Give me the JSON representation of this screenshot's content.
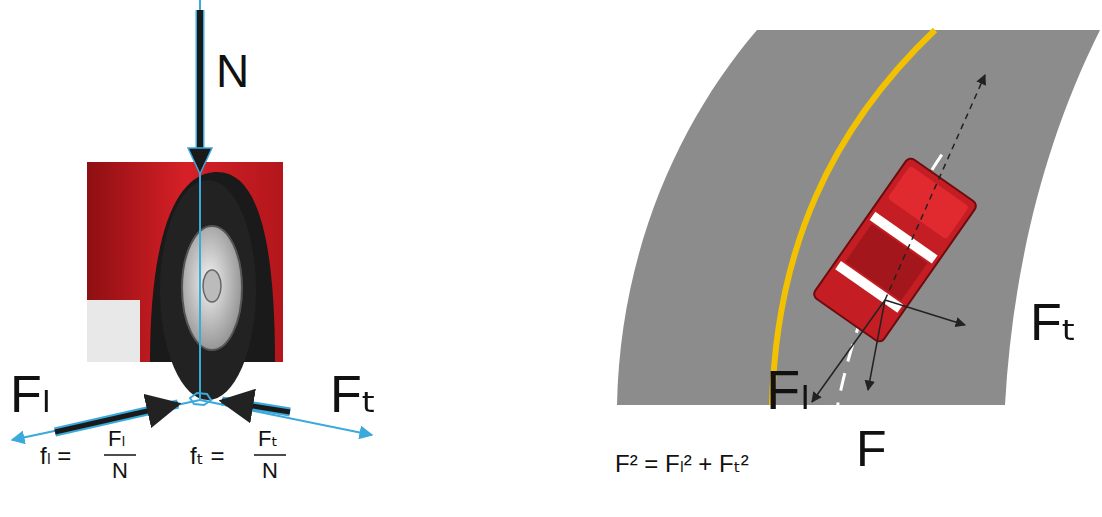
{
  "diagram": {
    "labels": [
      "N",
      "Fₗ",
      "Fₜ",
      "fₗ =",
      "Fₗ",
      "N",
      "fₜ =",
      "Fₜ",
      "N",
      "Fₜ",
      "Fₗ",
      "F",
      "F² = Fₗ² + Fₜ²"
    ]
  }
}
